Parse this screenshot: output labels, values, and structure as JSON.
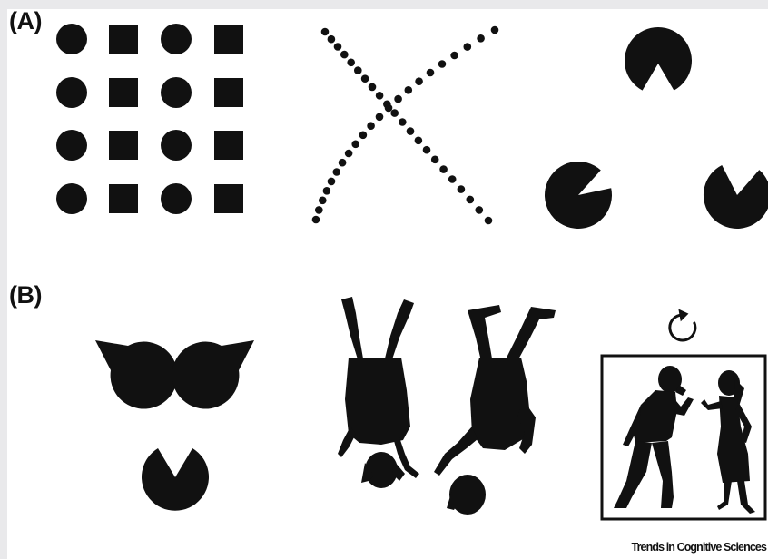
{
  "panels": {
    "a": {
      "label": "(A)"
    },
    "b": {
      "label": "(B)"
    }
  },
  "credit": "Trends in Cognitive Sciences",
  "colors": {
    "ink": "#111111",
    "panel_bg": "#ffffff",
    "frame_bg": "#e9e9eb"
  },
  "icons": {
    "rotate": "rotate-clockwise-icon"
  }
}
